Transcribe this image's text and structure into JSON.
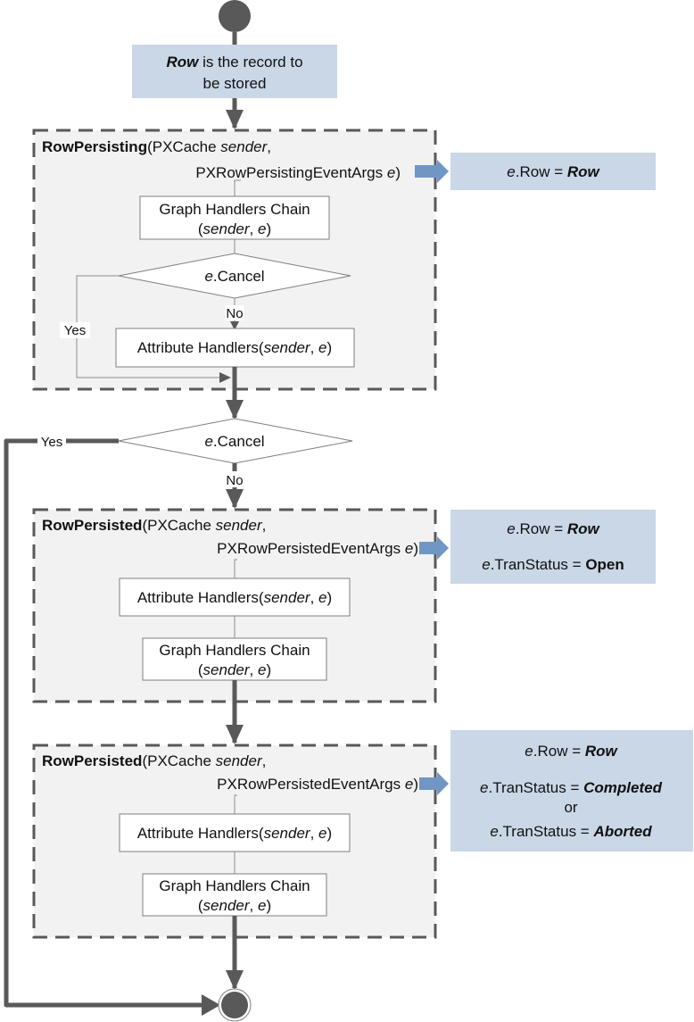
{
  "diagram": {
    "start_node": "initial",
    "intro_box": {
      "row": "Row",
      "line1_rest": " is the record to",
      "line2": "be stored"
    },
    "persisting_group": {
      "method": "RowPersisting",
      "sig_line1_a": "(PXCache ",
      "sig_line1_sender": "sender",
      "sig_line1_b": ",",
      "sig_line2_a": "PXRowPersistingEventArgs ",
      "sig_line2_e": "e",
      "sig_line2_b": ")",
      "graph_chain": {
        "line1": "Graph Handlers Chain",
        "l2_open": "(",
        "l2_sender": "sender",
        "l2_comma": ", ",
        "l2_e": "e",
        "l2_close": ")"
      },
      "decision": {
        "e": "e",
        "rest": ".Cancel"
      },
      "yes_label": "Yes",
      "no_label": "No",
      "attr_handlers": {
        "a": "Attribute Handlers(",
        "sender": "sender",
        "comma": ", ",
        "e": "e",
        "close": ")"
      },
      "note": {
        "e": "e",
        "mid": ".Row = ",
        "row": "Row"
      }
    },
    "outer_decision": {
      "e": "e",
      "rest": ".Cancel",
      "yes_label": "Yes",
      "no_label": "No"
    },
    "persisted_group_1": {
      "method": "RowPersisted",
      "sig_line1_a": "(PXCache ",
      "sig_line1_sender": "sender",
      "sig_line1_b": ",",
      "sig_line2_a": "PXRowPersistedEventArgs ",
      "sig_line2_e": "e",
      "sig_line2_b": ")",
      "attr_handlers": {
        "a": "Attribute Handlers(",
        "sender": "sender",
        "comma": ", ",
        "e": "e",
        "close": ")"
      },
      "graph_chain": {
        "line1": "Graph Handlers Chain",
        "l2_open": "(",
        "l2_sender": "sender",
        "l2_comma": ", ",
        "l2_e": "e",
        "l2_close": ")"
      },
      "note": {
        "l1_e": "e",
        "l1_mid": ".Row = ",
        "l1_row": "Row",
        "l2_e": "e",
        "l2_mid": ".TranStatus = ",
        "l2_val": "Open"
      }
    },
    "persisted_group_2": {
      "method": "RowPersisted",
      "sig_line1_a": "(PXCache ",
      "sig_line1_sender": "sender",
      "sig_line1_b": ",",
      "sig_line2_a": "PXRowPersistedEventArgs ",
      "sig_line2_e": "e",
      "sig_line2_b": ")",
      "attr_handlers": {
        "a": "Attribute Handlers(",
        "sender": "sender",
        "comma": ", ",
        "e": "e",
        "close": ")"
      },
      "graph_chain": {
        "line1": "Graph Handlers Chain",
        "l2_open": "(",
        "l2_sender": "sender",
        "l2_comma": ", ",
        "l2_e": "e",
        "l2_close": ")"
      },
      "note": {
        "l1_e": "e",
        "l1_mid": ".Row = ",
        "l1_row": "Row",
        "l2_e": "e",
        "l2_mid": ".TranStatus = ",
        "l2_val": "Completed",
        "or": "or",
        "l4_e": "e",
        "l4_mid": ".TranStatus = ",
        "l4_val": "Aborted"
      }
    },
    "end_node": "final",
    "colors": {
      "node_fill": "#595959",
      "connector": "#595959",
      "note_fill": "#c9d7e6",
      "note_arrow": "#7096c4",
      "group_fill": "#f2f2f2",
      "group_border": "#595959",
      "box_border": "#7f7f7f"
    }
  }
}
